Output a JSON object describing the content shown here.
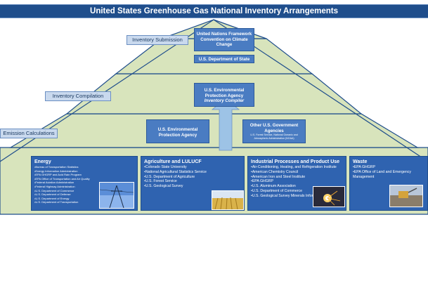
{
  "title": "United States Greenhouse Gas National Inventory Arrangements",
  "levels": {
    "submission": "Inventory Submission",
    "compilation": "Inventory Compilation",
    "calculations": "Emission Calculations"
  },
  "boxes": {
    "unfccc": "United Nations Framework Convention on Climate Change",
    "state": "U.S. Department of State",
    "epa_compiler_title": "U.S. Environmental Protection Agency",
    "epa_compiler_role": "Inventory Compiler",
    "epa": "U.S. Environmental Protection Agency",
    "other_title": "Other U.S. Government Agencies",
    "other_sub": "U.S. Forest Service, National Oceanic and Atmospheric Administration (NOAA)"
  },
  "categories": [
    {
      "title": "Energy",
      "items": [
        "Bureau of Transportation Statistics",
        "Energy Information Administration",
        "EPA GHGRP and Acid Rain Program",
        "EPA Office of Transportation and Air Quality",
        "Federal Aviation Administration",
        "Federal Highway Administration",
        "U.S. Department of Commerce",
        "U.S. Department of Defense",
        "U.S. Department of Energy",
        "U.S. Department of Transportation"
      ],
      "photo": "power-lines-photo"
    },
    {
      "title": "Agriculture and LULUCF",
      "items": [
        "Colorado State University",
        "National Agricultural Statistics Service",
        "U.S. Department of Agriculture",
        "U.S. Forest Service",
        "U.S. Geological Survey"
      ],
      "photo": "wheat-field-photo"
    },
    {
      "title": "Industrial Processes and Product Use",
      "items": [
        "Air-Conditioning, Heating, and Refrigeration Institute",
        "American Chemistry Council",
        "American Iron and Steel Institute",
        "EPA GHGRP",
        "U.S. Aluminum Association",
        "U.S. Department of Commerce",
        "U.S. Geological Survey Minerals Information Center"
      ],
      "photo": "welding-photo"
    },
    {
      "title": "Waste",
      "items": [
        "EPA GHGRP",
        "EPA Office of Land and Emergency Management"
      ],
      "photo": "landfill-photo"
    }
  ],
  "colors": {
    "title_bar": "#1f4e8c",
    "pyramid": "#d8e4bc",
    "box": "#4a7cc2",
    "arrow": "#9dc3e6",
    "category": "#2f63b0"
  }
}
